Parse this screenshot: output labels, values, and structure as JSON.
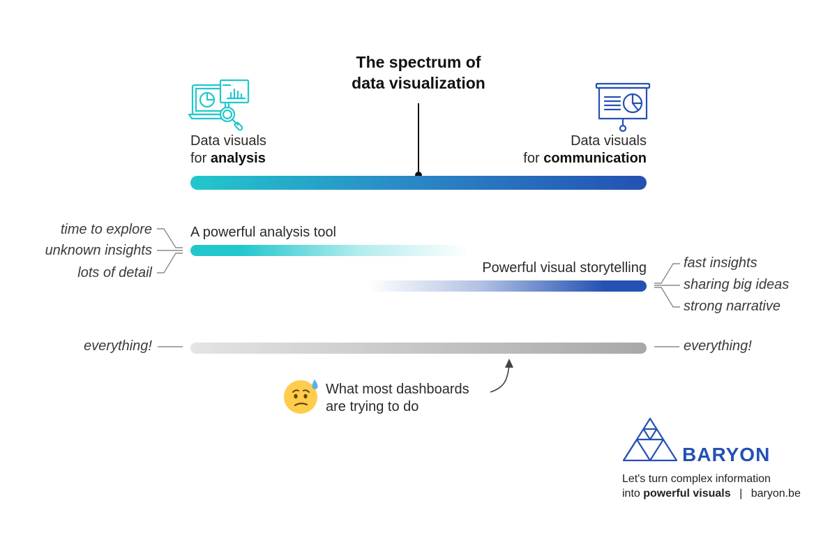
{
  "title": {
    "line1": "The spectrum of",
    "line2": "data visualization"
  },
  "spectrum": {
    "left": {
      "line1": "Data visuals",
      "prefix": "for",
      "bold": "analysis"
    },
    "right": {
      "line1": "Data visuals",
      "prefix": "for",
      "bold": "communication"
    }
  },
  "analysis_tool": {
    "label": "A powerful analysis tool",
    "traits": [
      "time to explore",
      "unknown insights",
      "lots of detail"
    ]
  },
  "storytelling": {
    "label": "Powerful visual storytelling",
    "traits": [
      "fast insights",
      "sharing big ideas",
      "strong narrative"
    ]
  },
  "dashboards": {
    "left_label": "everything!",
    "right_label": "everything!",
    "annotation": {
      "line1": "What most dashboards",
      "line2": "are trying to do"
    }
  },
  "brand": {
    "name": "BARYON",
    "tagline_line1": "Let's turn complex information",
    "tagline_prefix": "into",
    "tagline_bold": "powerful visuals",
    "separator": "|",
    "website": "baryon.be"
  },
  "icons": {
    "analysis": "laptop-magnifier-chart-icon",
    "communication": "presentation-board-pie-icon",
    "emoji": "anxious-sweat-face-icon",
    "logo": "triangle-mountain-logo-icon"
  },
  "colors": {
    "teal": "#22c7cc",
    "blue": "#2451b3",
    "gray": "#aaaaaa",
    "text": "#222222"
  }
}
